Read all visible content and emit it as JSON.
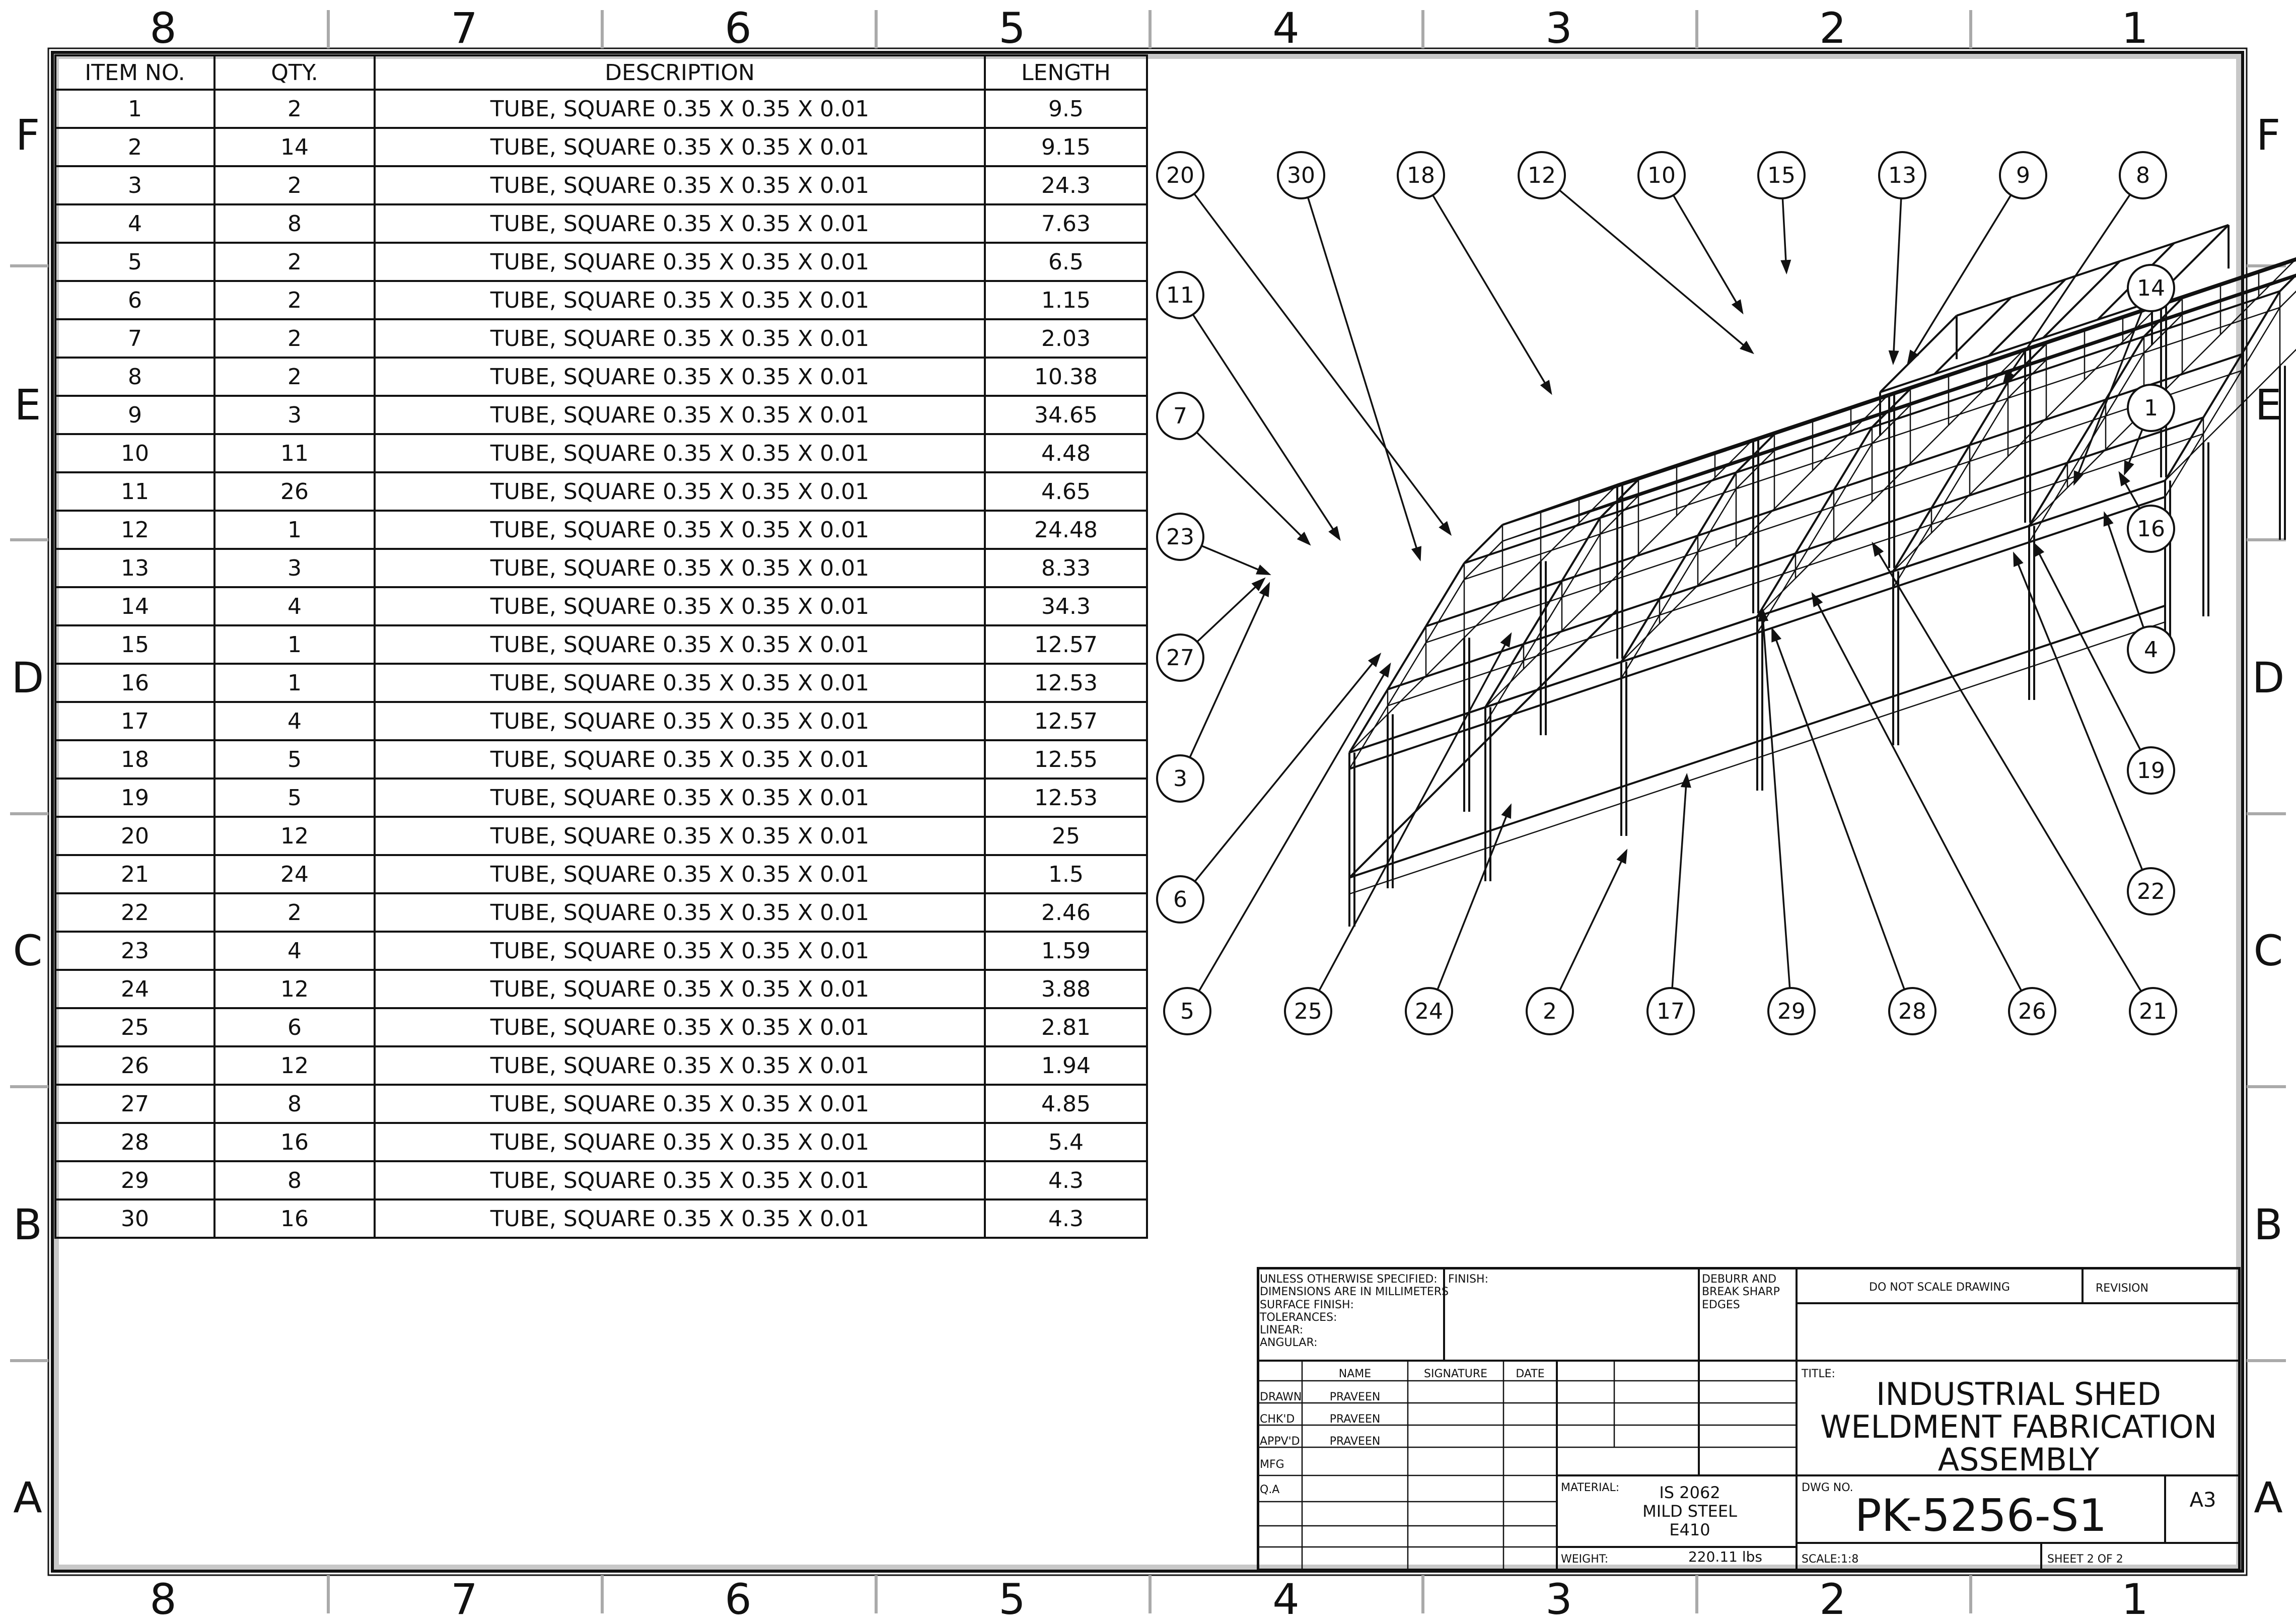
{
  "zones": {
    "columns": [
      "8",
      "7",
      "6",
      "5",
      "4",
      "3",
      "2",
      "1"
    ],
    "rows": [
      "F",
      "E",
      "D",
      "C",
      "B",
      "A"
    ]
  },
  "bom": {
    "headers": [
      "ITEM NO.",
      "QTY.",
      "DESCRIPTION",
      "LENGTH"
    ],
    "rows": [
      [
        "1",
        "2",
        "TUBE, SQUARE 0.35 X 0.35 X 0.01",
        "9.5"
      ],
      [
        "2",
        "14",
        "TUBE, SQUARE 0.35 X 0.35 X 0.01",
        "9.15"
      ],
      [
        "3",
        "2",
        "TUBE, SQUARE 0.35 X 0.35 X 0.01",
        "24.3"
      ],
      [
        "4",
        "8",
        "TUBE, SQUARE 0.35 X 0.35 X 0.01",
        "7.63"
      ],
      [
        "5",
        "2",
        "TUBE, SQUARE 0.35 X 0.35 X 0.01",
        "6.5"
      ],
      [
        "6",
        "2",
        "TUBE, SQUARE 0.35 X 0.35 X 0.01",
        "1.15"
      ],
      [
        "7",
        "2",
        "TUBE, SQUARE 0.35 X 0.35 X 0.01",
        "2.03"
      ],
      [
        "8",
        "2",
        "TUBE, SQUARE 0.35 X 0.35 X 0.01",
        "10.38"
      ],
      [
        "9",
        "3",
        "TUBE, SQUARE 0.35 X 0.35 X 0.01",
        "34.65"
      ],
      [
        "10",
        "11",
        "TUBE, SQUARE 0.35 X 0.35 X 0.01",
        "4.48"
      ],
      [
        "11",
        "26",
        "TUBE, SQUARE 0.35 X 0.35 X 0.01",
        "4.65"
      ],
      [
        "12",
        "1",
        "TUBE, SQUARE 0.35 X 0.35 X 0.01",
        "24.48"
      ],
      [
        "13",
        "3",
        "TUBE, SQUARE 0.35 X 0.35 X 0.01",
        "8.33"
      ],
      [
        "14",
        "4",
        "TUBE, SQUARE 0.35 X 0.35 X 0.01",
        "34.3"
      ],
      [
        "15",
        "1",
        "TUBE, SQUARE 0.35 X 0.35 X 0.01",
        "12.57"
      ],
      [
        "16",
        "1",
        "TUBE, SQUARE 0.35 X 0.35 X 0.01",
        "12.53"
      ],
      [
        "17",
        "4",
        "TUBE, SQUARE 0.35 X 0.35 X 0.01",
        "12.57"
      ],
      [
        "18",
        "5",
        "TUBE, SQUARE 0.35 X 0.35 X 0.01",
        "12.55"
      ],
      [
        "19",
        "5",
        "TUBE, SQUARE 0.35 X 0.35 X 0.01",
        "12.53"
      ],
      [
        "20",
        "12",
        "TUBE, SQUARE 0.35 X 0.35 X 0.01",
        "25"
      ],
      [
        "21",
        "24",
        "TUBE, SQUARE 0.35 X 0.35 X 0.01",
        "1.5"
      ],
      [
        "22",
        "2",
        "TUBE, SQUARE 0.35 X 0.35 X 0.01",
        "2.46"
      ],
      [
        "23",
        "4",
        "TUBE, SQUARE 0.35 X 0.35 X 0.01",
        "1.59"
      ],
      [
        "24",
        "12",
        "TUBE, SQUARE 0.35 X 0.35 X 0.01",
        "3.88"
      ],
      [
        "25",
        "6",
        "TUBE, SQUARE 0.35 X 0.35 X 0.01",
        "2.81"
      ],
      [
        "26",
        "12",
        "TUBE, SQUARE 0.35 X 0.35 X 0.01",
        "1.94"
      ],
      [
        "27",
        "8",
        "TUBE, SQUARE 0.35 X 0.35 X 0.01",
        "4.85"
      ],
      [
        "28",
        "16",
        "TUBE, SQUARE 0.35 X 0.35 X 0.01",
        "5.4"
      ],
      [
        "29",
        "8",
        "TUBE, SQUARE 0.35 X 0.35 X 0.01",
        "4.3"
      ],
      [
        "30",
        "16",
        "TUBE, SQUARE 0.35 X 0.35 X 0.01",
        "4.3"
      ]
    ]
  },
  "balloons": {
    "top": [
      "20",
      "30",
      "18",
      "12",
      "10",
      "15",
      "13",
      "9",
      "8"
    ],
    "left": [
      "11",
      "7",
      "23",
      "27",
      "3",
      "6"
    ],
    "right": [
      "14",
      "1",
      "16",
      "4",
      "19",
      "22"
    ],
    "bottom": [
      "5",
      "25",
      "24",
      "2",
      "17",
      "29",
      "28",
      "26",
      "21"
    ]
  },
  "title_block": {
    "tolerances": "UNLESS OTHERWISE SPECIFIED:\nDIMENSIONS ARE IN MILLIMETERS\nSURFACE FINISH:\nTOLERANCES:\n   LINEAR:\n   ANGULAR:",
    "finish_label": "FINISH:",
    "deburr": "DEBURR AND\nBREAK SHARP\nEDGES",
    "do_not_scale": "DO NOT SCALE DRAWING",
    "revision_label": "REVISION",
    "col_name": "NAME",
    "col_signature": "SIGNATURE",
    "col_date": "DATE",
    "drawn_label": "DRAWN",
    "chkd_label": "CHK'D",
    "appvd_label": "APPV'D",
    "mfg_label": "MFG",
    "qa_label": "Q.A",
    "drawn_name": "PRAVEEN",
    "chkd_name": "PRAVEEN",
    "appvd_name": "PRAVEEN",
    "title_label": "TITLE:",
    "title": "INDUSTRIAL SHED\nWELDMENT FABRICATION\nASSEMBLY",
    "material_label": "MATERIAL:",
    "material": "IS 2062\nMILD STEEL\nE410",
    "dwg_no_label": "DWG NO.",
    "dwg_no": "PK-5256-S1",
    "size": "A3",
    "weight_label": "WEIGHT:",
    "weight": "220.11 lbs",
    "scale": "SCALE:1:8",
    "sheet": "SHEET 2 OF 2"
  }
}
